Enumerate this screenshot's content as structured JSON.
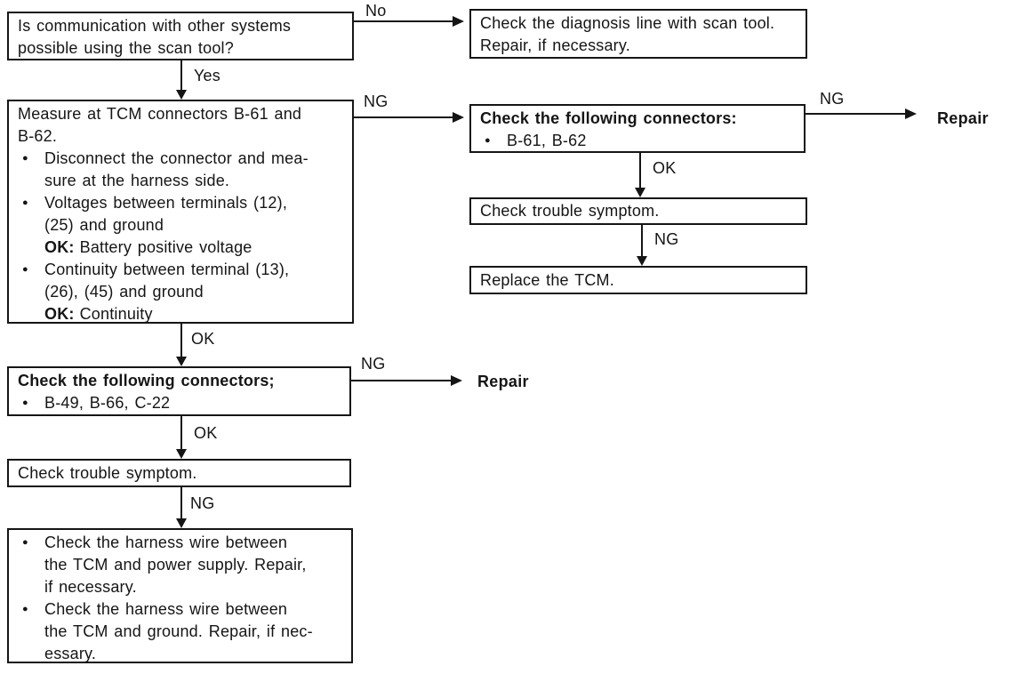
{
  "nodes": {
    "scan_question": {
      "lines": [
        "Is communication with other systems",
        "possible using the scan tool?"
      ]
    },
    "diagnosis_line": {
      "lines": [
        "Check the diagnosis line with scan tool.",
        "Repair, if necessary."
      ]
    },
    "measure_tcm": {
      "title_lines": [
        "Measure at TCM connectors B-61 and",
        "B-62."
      ],
      "bullets": [
        {
          "lines": [
            "Disconnect the connector and mea-",
            "sure at the harness side."
          ]
        },
        {
          "lines": [
            "Voltages between terminals (12),",
            "(25) and ground"
          ],
          "ok_label": "OK:",
          "ok_value": "Battery positive voltage"
        },
        {
          "lines": [
            "Continuity between terminal (13),",
            "(26), (45) and ground"
          ],
          "ok_label": "OK:",
          "ok_value": "Continuity"
        }
      ]
    },
    "check_connectors_b61": {
      "title": "Check the following connectors:",
      "items": "B-61, B-62"
    },
    "check_symptom_right": {
      "text": "Check trouble symptom."
    },
    "replace_tcm": {
      "text": "Replace the TCM."
    },
    "check_connectors_b49": {
      "title": "Check the following connectors;",
      "items": "B-49, B-66, C-22"
    },
    "check_symptom_left": {
      "text": "Check trouble symptom."
    },
    "check_harness": {
      "bullets": [
        {
          "lines": [
            "Check the harness wire between",
            "the TCM and power supply. Repair,",
            "if necessary."
          ]
        },
        {
          "lines": [
            "Check the harness wire between",
            "the TCM and ground. Repair, if nec-",
            "essary."
          ]
        }
      ]
    }
  },
  "edge_labels": {
    "no": "No",
    "yes": "Yes",
    "ok": "OK",
    "ng": "NG"
  },
  "terminals": {
    "repair_top": "Repair",
    "repair_mid": "Repair"
  },
  "colors": {
    "ink": "#151515",
    "paper": "#ffffff"
  }
}
